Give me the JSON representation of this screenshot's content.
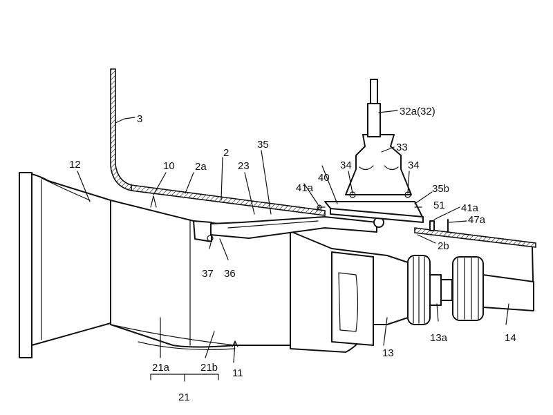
{
  "labels": {
    "l3": "3",
    "l32a": "32a(32)",
    "l33": "33",
    "l12": "12",
    "l10": "10",
    "l2a": "2a",
    "l2": "2",
    "l35": "35",
    "l23": "23",
    "l40": "40",
    "l34a": "34",
    "l34b": "34",
    "l41a_left": "41a",
    "l35b": "35b",
    "l51": "51",
    "l41a_right": "41a",
    "l47a": "47a",
    "l2b": "2b",
    "l37": "37",
    "l36": "36",
    "l13a": "13a",
    "l14": "14",
    "l13": "13",
    "l21a": "21a",
    "l21b": "21b",
    "l11": "11",
    "l21": "21"
  }
}
